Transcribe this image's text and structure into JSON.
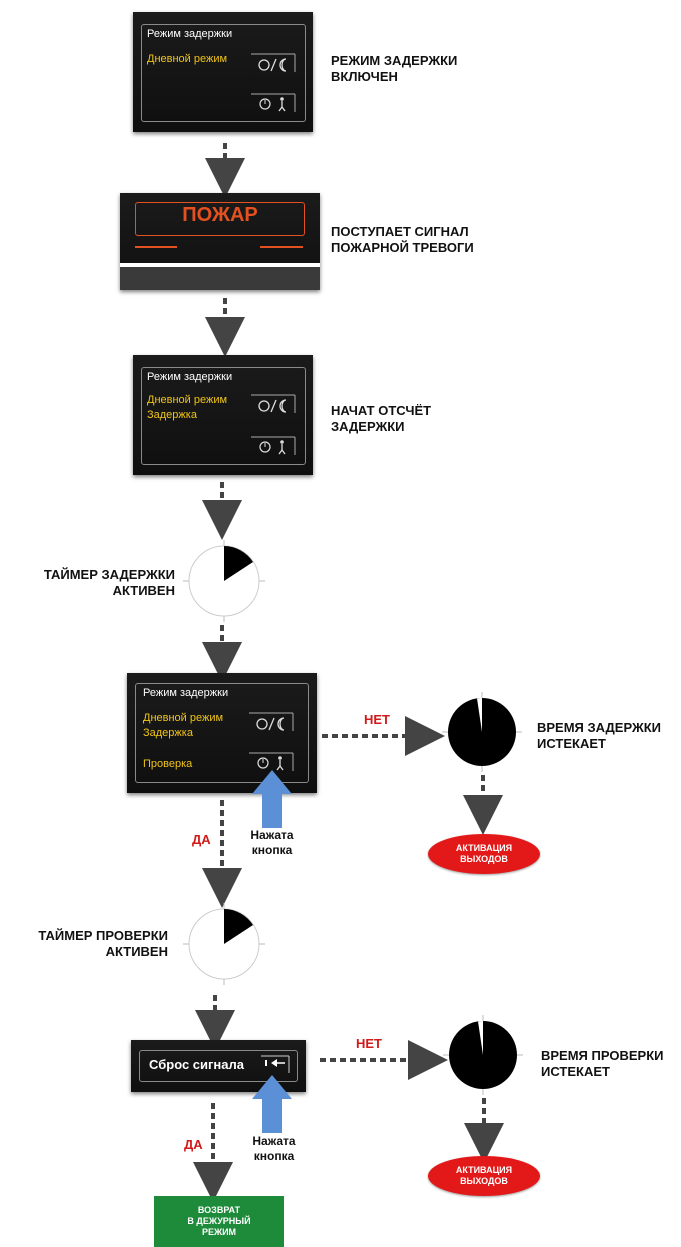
{
  "screens": {
    "s1": {
      "title": "Режим задержки",
      "line1": "Дневной режим"
    },
    "fire": {
      "text": "ПОЖАР"
    },
    "s3": {
      "title": "Режим задержки",
      "line1": "Дневной режим",
      "line2": "Задержка"
    },
    "s4": {
      "title": "Режим задержки",
      "line1": "Дневной режим",
      "line2": "Задержка",
      "line3": "Проверка"
    },
    "reset": {
      "text": "Сброс сигнала"
    }
  },
  "labels": {
    "delay_on": [
      "РЕЖИМ ЗАДЕРЖКИ",
      "ВКЛЮЧЕН"
    ],
    "fire_signal": [
      "ПОСТУПАЕТ СИГНАЛ",
      "ПОЖАРНОЙ ТРЕВОГИ"
    ],
    "delay_count": [
      "НАЧАТ ОТСЧЁТ",
      "ЗАДЕРЖКИ"
    ],
    "delay_timer": [
      "ТАЙМЕР ЗАДЕРЖКИ",
      "АКТИВЕН"
    ],
    "delay_expires": [
      "ВРЕМЯ ЗАДЕРЖКИ",
      "ИСТЕКАЕТ"
    ],
    "check_timer": [
      "ТАЙМЕР ПРОВЕРКИ",
      "АКТИВЕН"
    ],
    "check_expires": [
      "ВРЕМЯ ПРОВЕРКИ",
      "ИСТЕКАЕТ"
    ],
    "no1": "НЕТ",
    "no2": "НЕТ",
    "yes1": "ДА",
    "yes2": "ДА",
    "pressed1": [
      "Нажата",
      "кнопка"
    ],
    "pressed2": [
      "Нажата",
      "кнопка"
    ],
    "activation1": [
      "АКТИВАЦИЯ",
      "ВЫХОДОВ"
    ],
    "activation2": [
      "АКТИВАЦИЯ",
      "ВЫХОДОВ"
    ],
    "return_standby": [
      "ВОЗВРАТ",
      "В ДЕЖУРНЫЙ",
      "РЕЖИМ"
    ]
  },
  "colors": {
    "screen_bg": "#141414",
    "yellow_text": "#f0c419",
    "fire_orange": "#e2511f",
    "red": "#e31919",
    "green": "#1d8b3a",
    "arrow_blue": "#5b8fd6",
    "dash_arrow": "#444444"
  }
}
